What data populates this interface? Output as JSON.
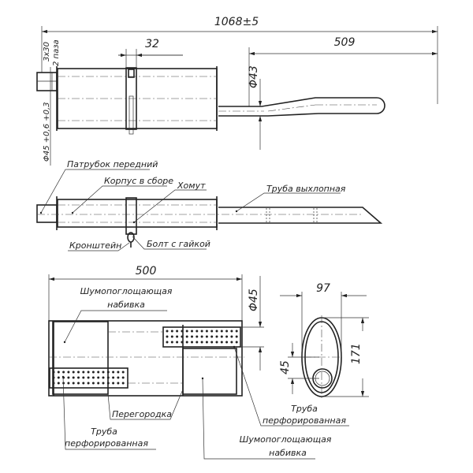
{
  "top_view": {
    "overall_length": "1068±5",
    "clamp_width": "32",
    "tail_length": "509",
    "tail_diameter": "Φ43",
    "slots": "3x30",
    "slots_count": "2 паза",
    "inlet_diameter": "Φ45 +0,6 +0,3"
  },
  "assembly_view": {
    "labels": {
      "front_pipe": "Патрубок передний",
      "body": "Корпус в сборе",
      "clamp": "Хомут",
      "exhaust_pipe": "Труба выхлопная",
      "bracket": "Кронштейн",
      "bolt": "Болт с гайкой"
    }
  },
  "section_view": {
    "body_length": "500",
    "pipe_diameter": "Φ45",
    "labels": {
      "packing_top_1": "Шумопоглощающая",
      "packing_top_2": "набивка",
      "baffle": "Перегородка",
      "perf_left_1": "Труба",
      "perf_left_2": "перфорированная",
      "perf_right_1": "Труба",
      "perf_right_2": "перфорированная",
      "packing_bottom_1": "Шумопоглощающая",
      "packing_bottom_2": "набивка"
    }
  },
  "end_view": {
    "width": "97",
    "height": "171",
    "offset": "45"
  }
}
